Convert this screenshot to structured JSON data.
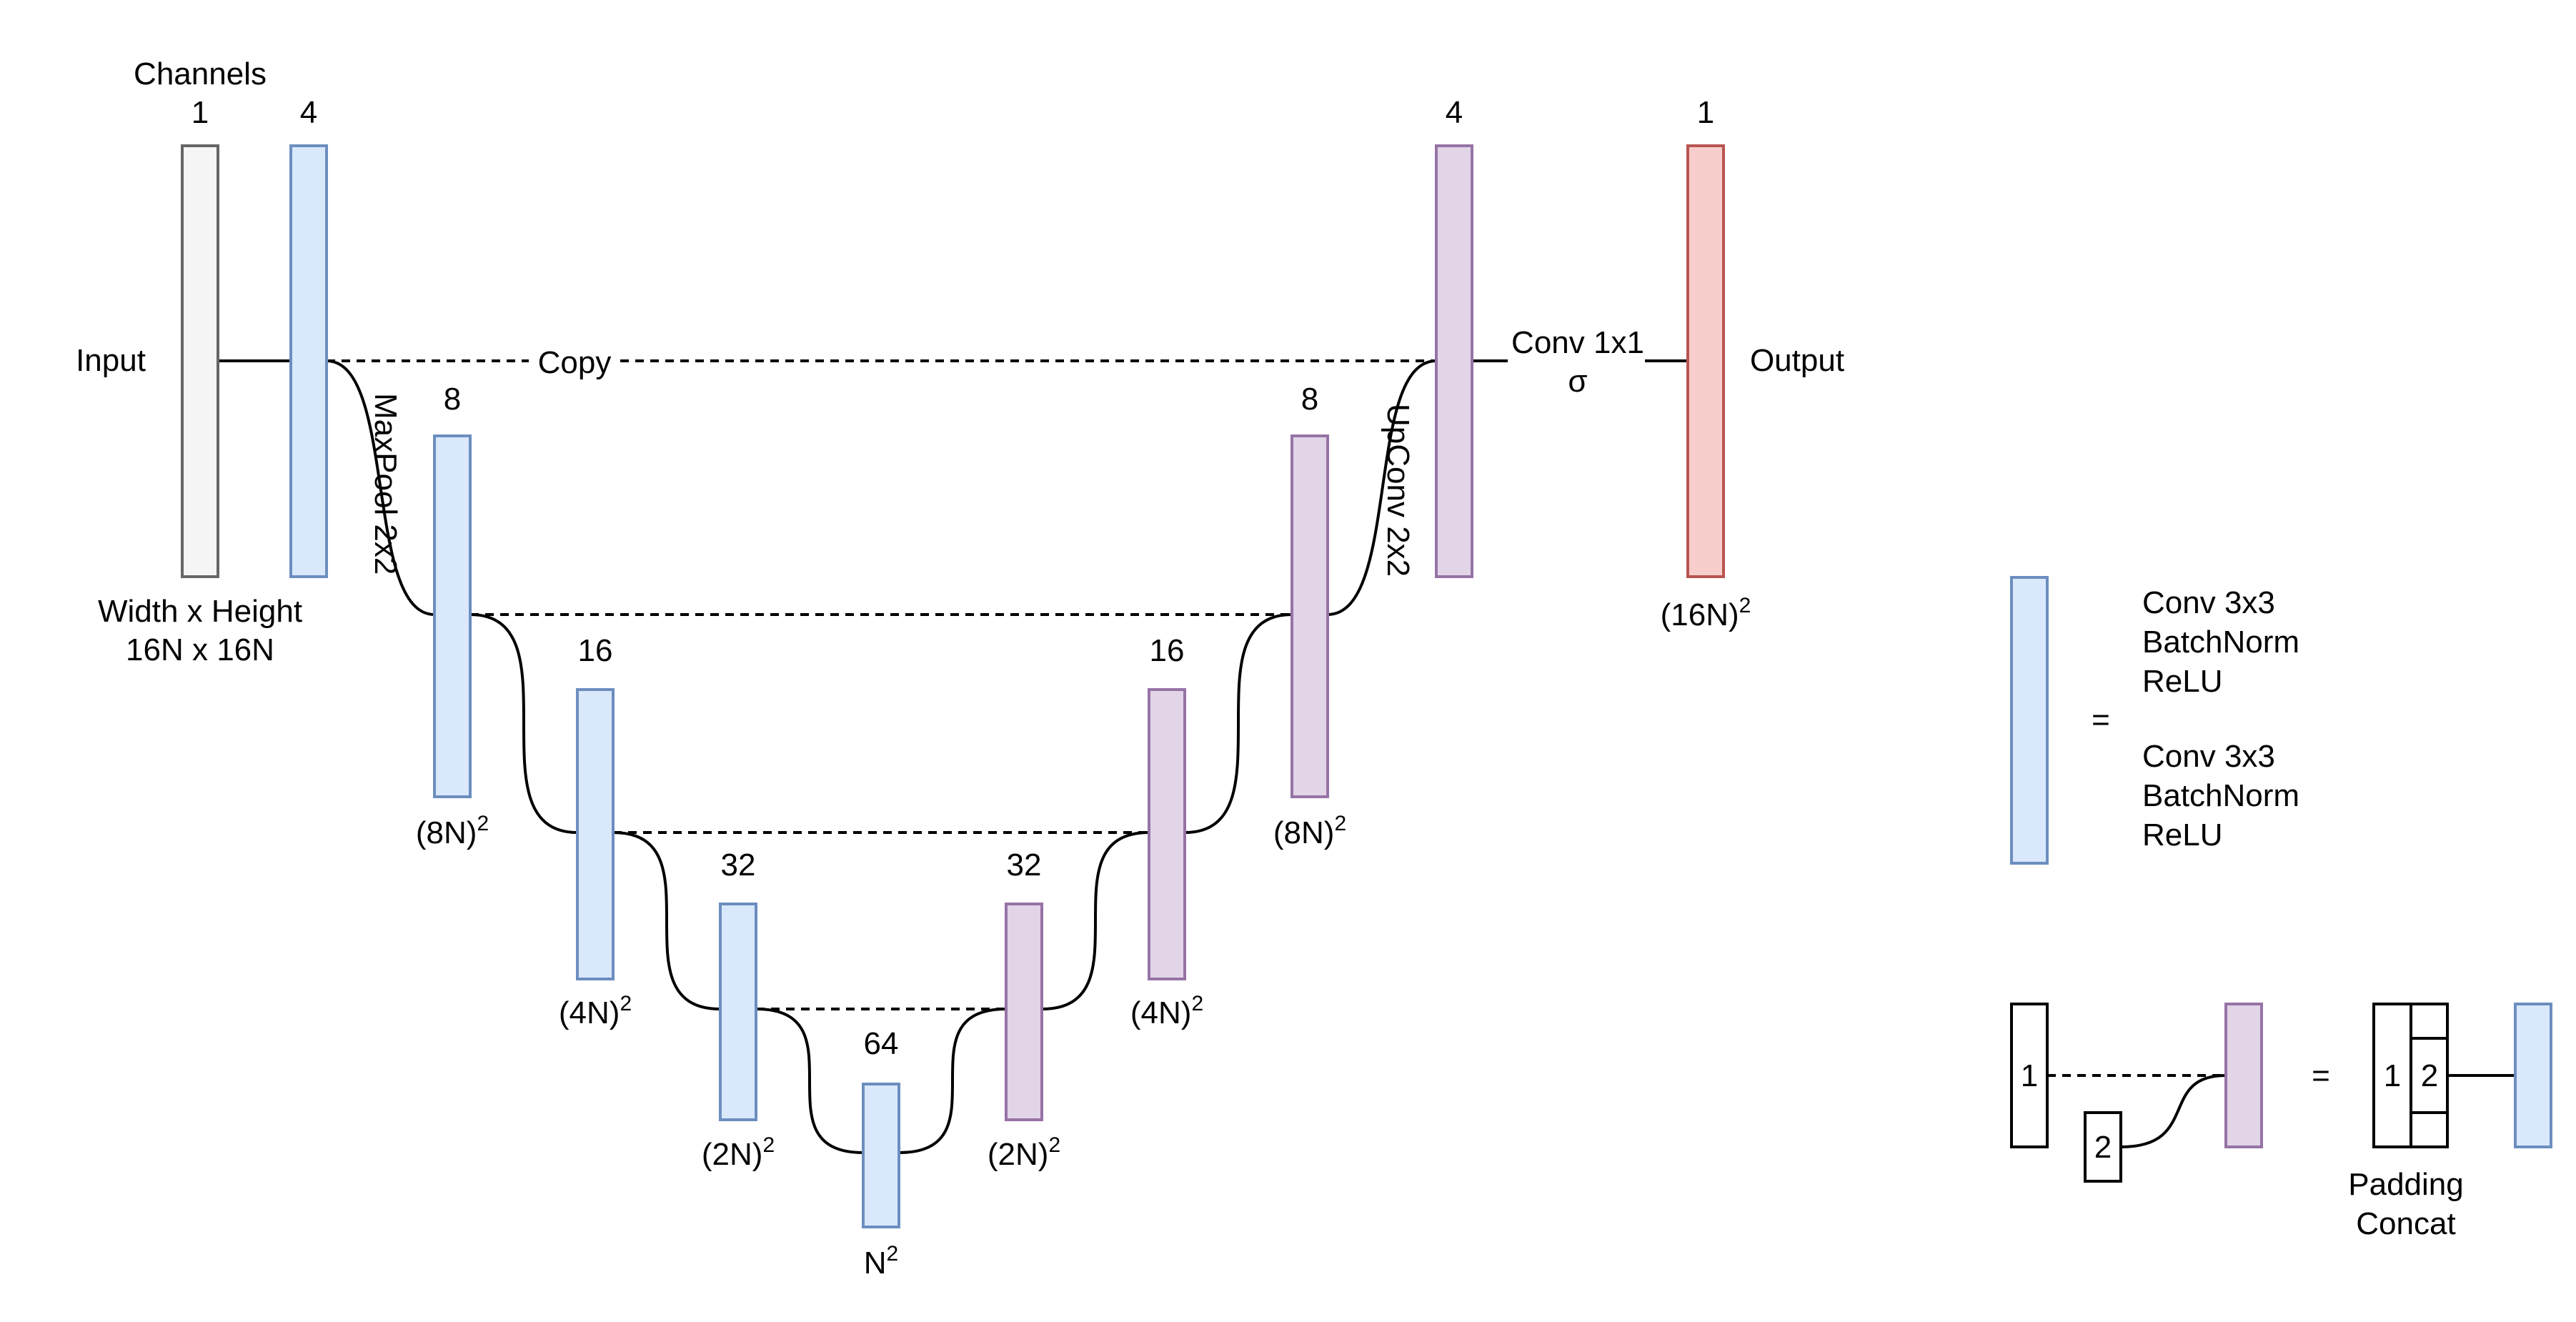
{
  "labels": {
    "channels": "Channels",
    "input": "Input",
    "output": "Output",
    "copy": "Copy",
    "maxpool": "MaxPool 2x2",
    "upconv": "UpConv 2x2",
    "conv1x1": "Conv 1x1",
    "sigma": "σ",
    "width_height": "Width x Height",
    "input_size": "16N x 16N"
  },
  "channel_counts": {
    "input": "1",
    "enc1": "4",
    "enc2": "8",
    "enc3": "16",
    "enc4": "32",
    "bottleneck": "64",
    "dec4": "32",
    "dec3": "16",
    "dec2": "8",
    "dec1": "4",
    "output": "1"
  },
  "resolutions": {
    "r8": {
      "base": "(8N)",
      "exp": "2"
    },
    "r4": {
      "base": "(4N)",
      "exp": "2"
    },
    "r2": {
      "base": "(2N)",
      "exp": "2"
    },
    "r1": {
      "base": "N",
      "exp": "2"
    },
    "r16": {
      "base": "(16N)",
      "exp": "2"
    }
  },
  "legend": {
    "equals": "=",
    "block_lines_1": [
      "Conv 3x3",
      "BatchNorm",
      "ReLU"
    ],
    "block_lines_2": [
      "Conv 3x3",
      "BatchNorm",
      "ReLU"
    ],
    "skip_left_1": "1",
    "skip_left_2": "2",
    "concat_1": "1",
    "concat_2": "2",
    "padding": "Padding",
    "concat": "Concat"
  },
  "colors": {
    "encoder_fill": "#dae8fc",
    "encoder_stroke": "#6c8ebf",
    "decoder_fill": "#e1d5e7",
    "decoder_stroke": "#9673a6",
    "input_fill": "#f5f5f5",
    "input_stroke": "#666666",
    "output_fill": "#f8cecc",
    "output_stroke": "#b85450"
  }
}
